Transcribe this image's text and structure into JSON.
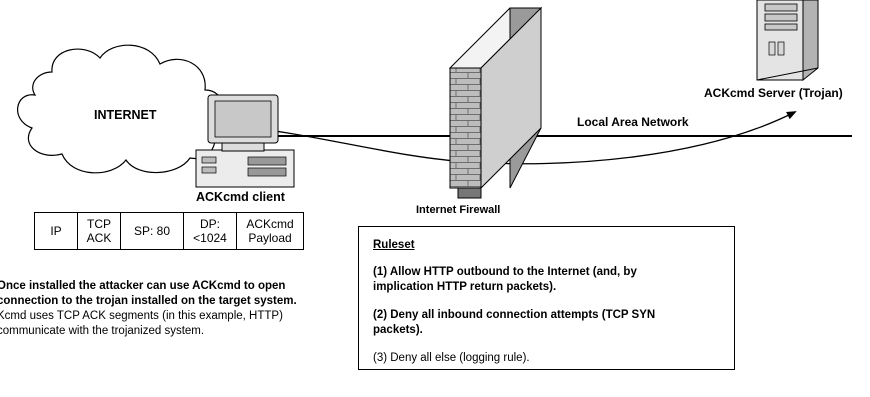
{
  "labels": {
    "internet": "INTERNET",
    "client": "ACKcmd client",
    "firewall": "Internet Firewall",
    "lan": "Local Area Network",
    "server": "ACKcmd Server (Trojan)"
  },
  "packet": {
    "fields": [
      {
        "line1": "IP",
        "line2": ""
      },
      {
        "line1": "TCP",
        "line2": "ACK"
      },
      {
        "line1": "SP: 80",
        "line2": ""
      },
      {
        "line1": "DP:",
        "line2": "<1024"
      },
      {
        "line1": "ACKcmd",
        "line2": "Payload"
      }
    ]
  },
  "ruleset": {
    "title": "Ruleset",
    "rules": [
      {
        "line1": "(1) Allow HTTP outbound to the Internet (and, by",
        "line2": "implication HTTP return packets)."
      },
      {
        "line1": "(2) Deny all inbound connection attempts (TCP SYN",
        "line2": "packets)."
      },
      {
        "line1": "(3) Deny all else (logging rule).",
        "line2": ""
      }
    ]
  },
  "description": {
    "bold1": "Once installed the attacker can use ACKcmd to open",
    "bold2": "connection to the trojan installed on the target system.",
    "normal1": "Kcmd uses TCP ACK segments (in this example, HTTP)",
    "normal2": "communicate with the trojanized system."
  }
}
